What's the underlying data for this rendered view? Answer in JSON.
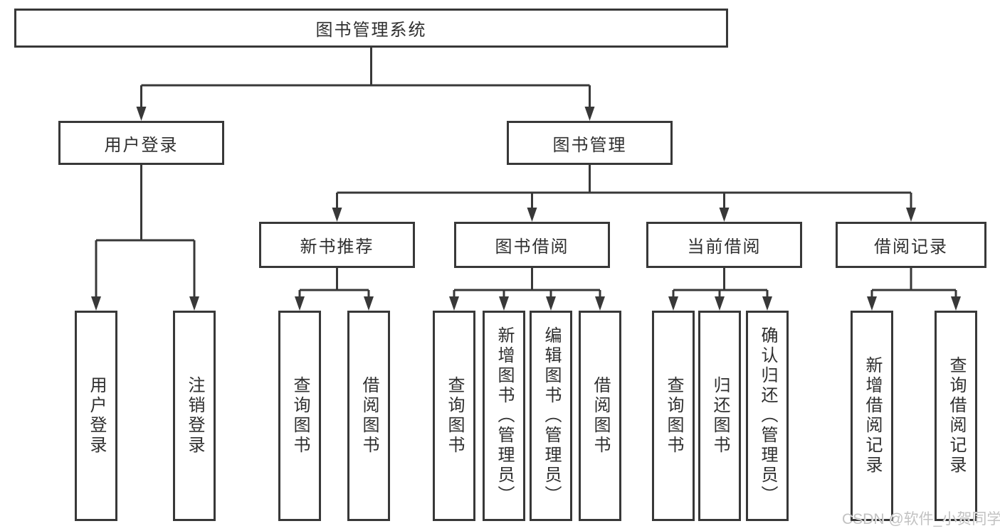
{
  "tree": {
    "root": "图书管理系统",
    "branches": [
      {
        "label": "用户登录",
        "children": [
          "用户登录",
          "注销登录"
        ]
      },
      {
        "label": "图书管理",
        "groups": [
          {
            "label": "新书推荐",
            "children": [
              "查询图书",
              "借阅图书"
            ]
          },
          {
            "label": "图书借阅",
            "children": [
              "查询图书",
              "新增图书（管理员）",
              "编辑图书（管理员）",
              "借阅图书"
            ]
          },
          {
            "label": "当前借阅",
            "children": [
              "查询图书",
              "归还图书",
              "确认归还（管理员）"
            ]
          },
          {
            "label": "借阅记录",
            "children": [
              "新增借阅记录",
              "查询借阅记录"
            ]
          }
        ]
      }
    ]
  },
  "watermark": "CSDN @软件_小贺同学",
  "colors": {
    "line": "#383838",
    "box_border": "#383838",
    "text": "#2f2f2f",
    "watermark": "#c2c2c2",
    "background": "#ffffff"
  }
}
